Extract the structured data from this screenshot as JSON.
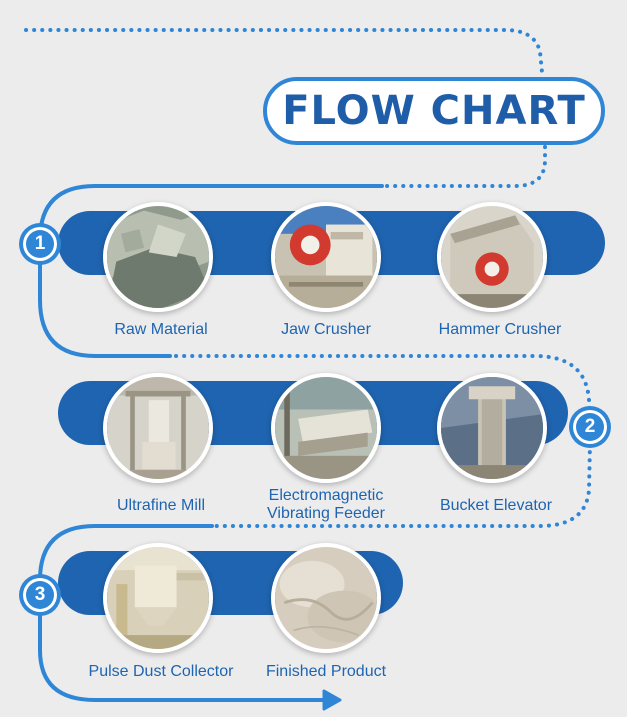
{
  "title": "FLOW CHART",
  "colors": {
    "accent": "#2f86d6",
    "band": "#1f64b0",
    "text": "#1f5da8",
    "background": "#ececec"
  },
  "steps": [
    {
      "number": "1",
      "items": [
        {
          "label": "Raw Material",
          "image": "raw-material-rock-photo"
        },
        {
          "label": "Jaw Crusher",
          "image": "jaw-crusher-photo"
        },
        {
          "label": "Hammer Crusher",
          "image": "hammer-crusher-photo"
        }
      ]
    },
    {
      "number": "2",
      "items": [
        {
          "label": "Ultrafine Mill",
          "image": "ultrafine-mill-photo"
        },
        {
          "label": "Electromagnetic Vibrating Feeder",
          "label_lines": [
            "Electromagnetic",
            "Vibrating Feeder"
          ],
          "image": "vibrating-feeder-photo"
        },
        {
          "label": "Bucket Elevator",
          "image": "bucket-elevator-photo"
        }
      ]
    },
    {
      "number": "3",
      "items": [
        {
          "label": "Pulse Dust Collector",
          "image": "pulse-dust-collector-photo"
        },
        {
          "label": "Finished Product",
          "image": "finished-product-powder-photo"
        }
      ]
    }
  ]
}
